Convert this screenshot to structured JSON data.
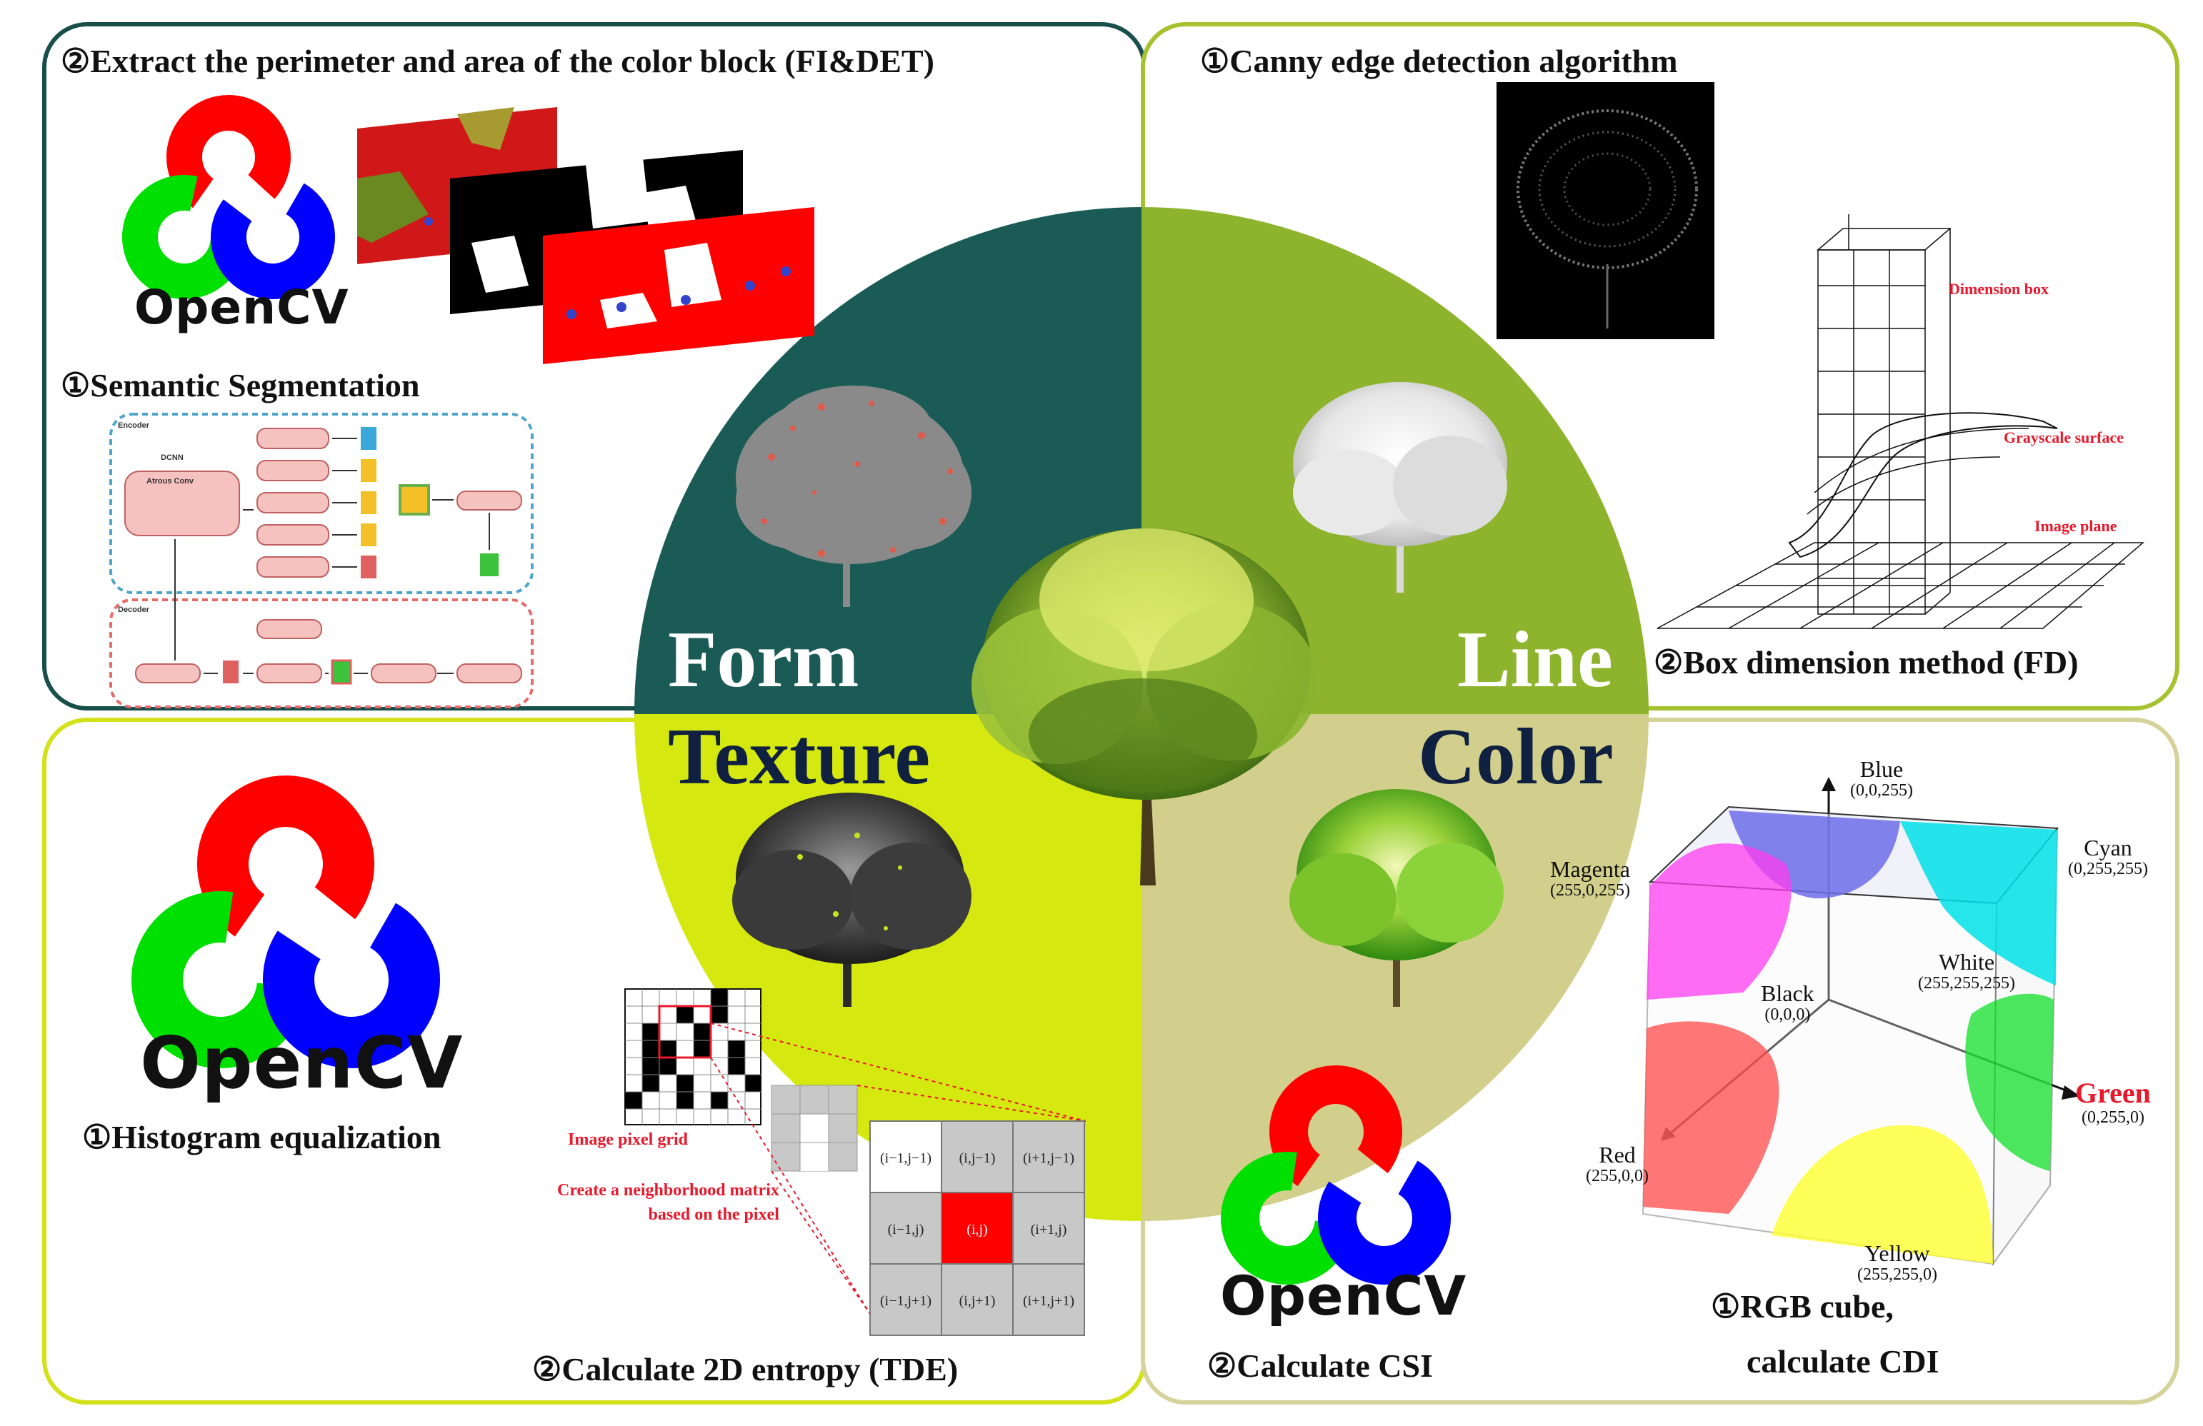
{
  "quadrants": {
    "form": "Form",
    "line": "Line",
    "texture": "Texture",
    "color": "Color"
  },
  "form": {
    "step2_title": "②Extract the perimeter and area of the color block (FI&DET)",
    "opencv_label": "OpenCV",
    "step1_title": "①Semantic Segmentation",
    "network": {
      "encoder": "Encoder",
      "dcnn": "DCNN",
      "atrous": "Atrous Conv",
      "decoder": "Decoder"
    }
  },
  "line": {
    "step1_title": "①Canny edge detection algorithm",
    "dimension_box": "Dimension box",
    "grayscale_surface": "Grayscale surface",
    "image_plane": "Image plane",
    "step2_title": "②Box dimension method (FD)"
  },
  "texture": {
    "opencv_label": "OpenCV",
    "step1_title": "①Histogram equalization",
    "pixel_grid_label": "Image pixel grid",
    "neighborhood_line1": "Create a neighborhood matrix",
    "neighborhood_line2": "based on the pixel",
    "matrix": [
      "(i−1,j−1)",
      "(i,j−1)",
      "(i+1,j−1)",
      "(i−1,j)",
      "(i,j)",
      "(i+1,j)",
      "(i−1,j+1)",
      "(i,j+1)",
      "(i+1,j+1)"
    ],
    "step2_title": "②Calculate 2D entropy (TDE)"
  },
  "color": {
    "opencv_label": "OpenCV",
    "step2_title": "②Calculate CSI",
    "step1_line1": "①RGB cube,",
    "step1_line2": "calculate CDI",
    "cube": {
      "blue": {
        "name": "Blue",
        "value": "(0,0,255)"
      },
      "magenta": {
        "name": "Magenta",
        "value": "(255,0,255)"
      },
      "cyan": {
        "name": "Cyan",
        "value": "(0,255,255)"
      },
      "white": {
        "name": "White",
        "value": "(255,255,255)"
      },
      "black": {
        "name": "Black",
        "value": "(0,0,0)"
      },
      "green": {
        "name": "Green",
        "value": "(0,255,0)"
      },
      "red": {
        "name": "Red",
        "value": "(255,0,0)"
      },
      "yellow": {
        "name": "Yellow",
        "value": "(255,255,0)"
      }
    }
  },
  "colors": {
    "form": "#1a5b56",
    "line": "#8db42c",
    "texture": "#d5e80f",
    "color": "#d2cf8c",
    "highlight_red": "#e8192c"
  }
}
